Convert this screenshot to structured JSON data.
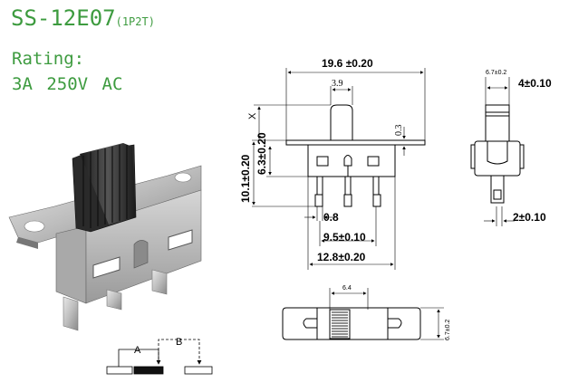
{
  "header": {
    "model": "SS-12E07",
    "pole_config": "(1P2T)",
    "rating_label": "Rating:",
    "rating_value": "3A  250V  AC"
  },
  "side_view": {
    "overall_length": "19.6 ±0.20",
    "actuator_width": "3.9",
    "actuator_travel": "X",
    "plate_thickness": "0.3",
    "total_height": "10.1±0.20",
    "body_height": "6.3±0.20",
    "terminal_width": "0.8",
    "terminal_pitch": "9.5±0.10",
    "body_length": "12.8±0.20"
  },
  "end_view": {
    "body_width": "6.7±0.2",
    "actuator_depth": "4±0.10",
    "terminal_depth": "2±0.10"
  },
  "top_view": {
    "slot_width": "6.4",
    "body_width": "6.7±0.2"
  },
  "schematic": {
    "position_a": "A",
    "position_b": "B"
  },
  "colors": {
    "title": "#3d9b3f",
    "line": "#000000"
  }
}
